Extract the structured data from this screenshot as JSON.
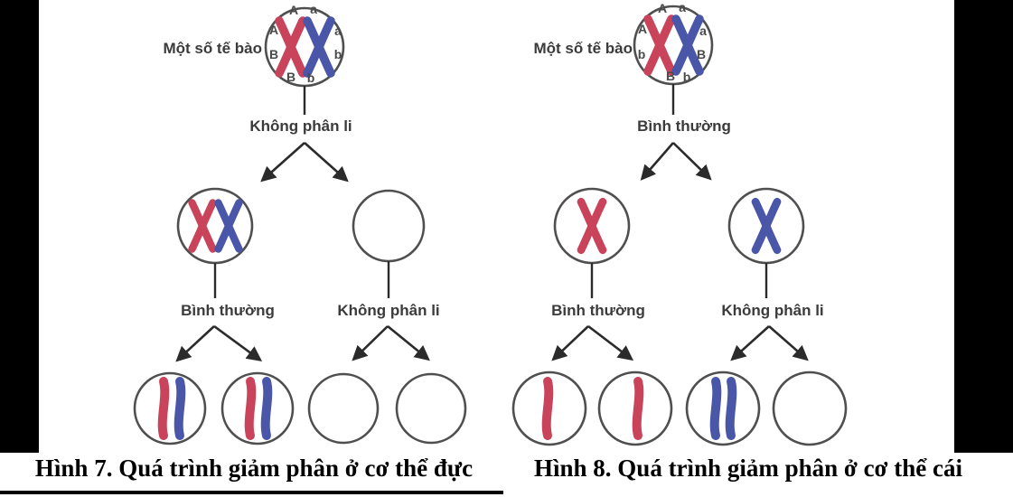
{
  "colors": {
    "red_chromosome": "#c9435a",
    "blue_chromosome": "#4a56a8",
    "cell_outline": "#4f4f4f",
    "arrow_and_line": "#2b2b2b",
    "label_text": "#3b3b3b",
    "caption_text": "#000000",
    "border_bars": "#000000"
  },
  "fig7": {
    "source_label": "Một số tế bào",
    "alleles": {
      "top": [
        "A",
        "a"
      ],
      "upper": [
        "A",
        "a"
      ],
      "lower": [
        "B",
        "b"
      ],
      "bottom": [
        "B",
        "b"
      ]
    },
    "step1_label": "Không phân li",
    "branch_left_label": "Bình thường",
    "branch_right_label": "Không phân li",
    "caption": "Hình 7. Quá trình giảm phân ở cơ thể đực"
  },
  "fig8": {
    "source_label": "Một số tế bào",
    "alleles": {
      "top": [
        "A",
        "a"
      ],
      "upper": [
        "A",
        "a"
      ],
      "lower": [
        "b",
        "B"
      ],
      "bottom": [
        "B",
        "b"
      ]
    },
    "step1_label": "Bình thường",
    "branch_left_label": "Bình thường",
    "branch_right_label": "Không phân li",
    "caption": "Hình 8. Quá trình giảm phân ở cơ thể cái"
  }
}
